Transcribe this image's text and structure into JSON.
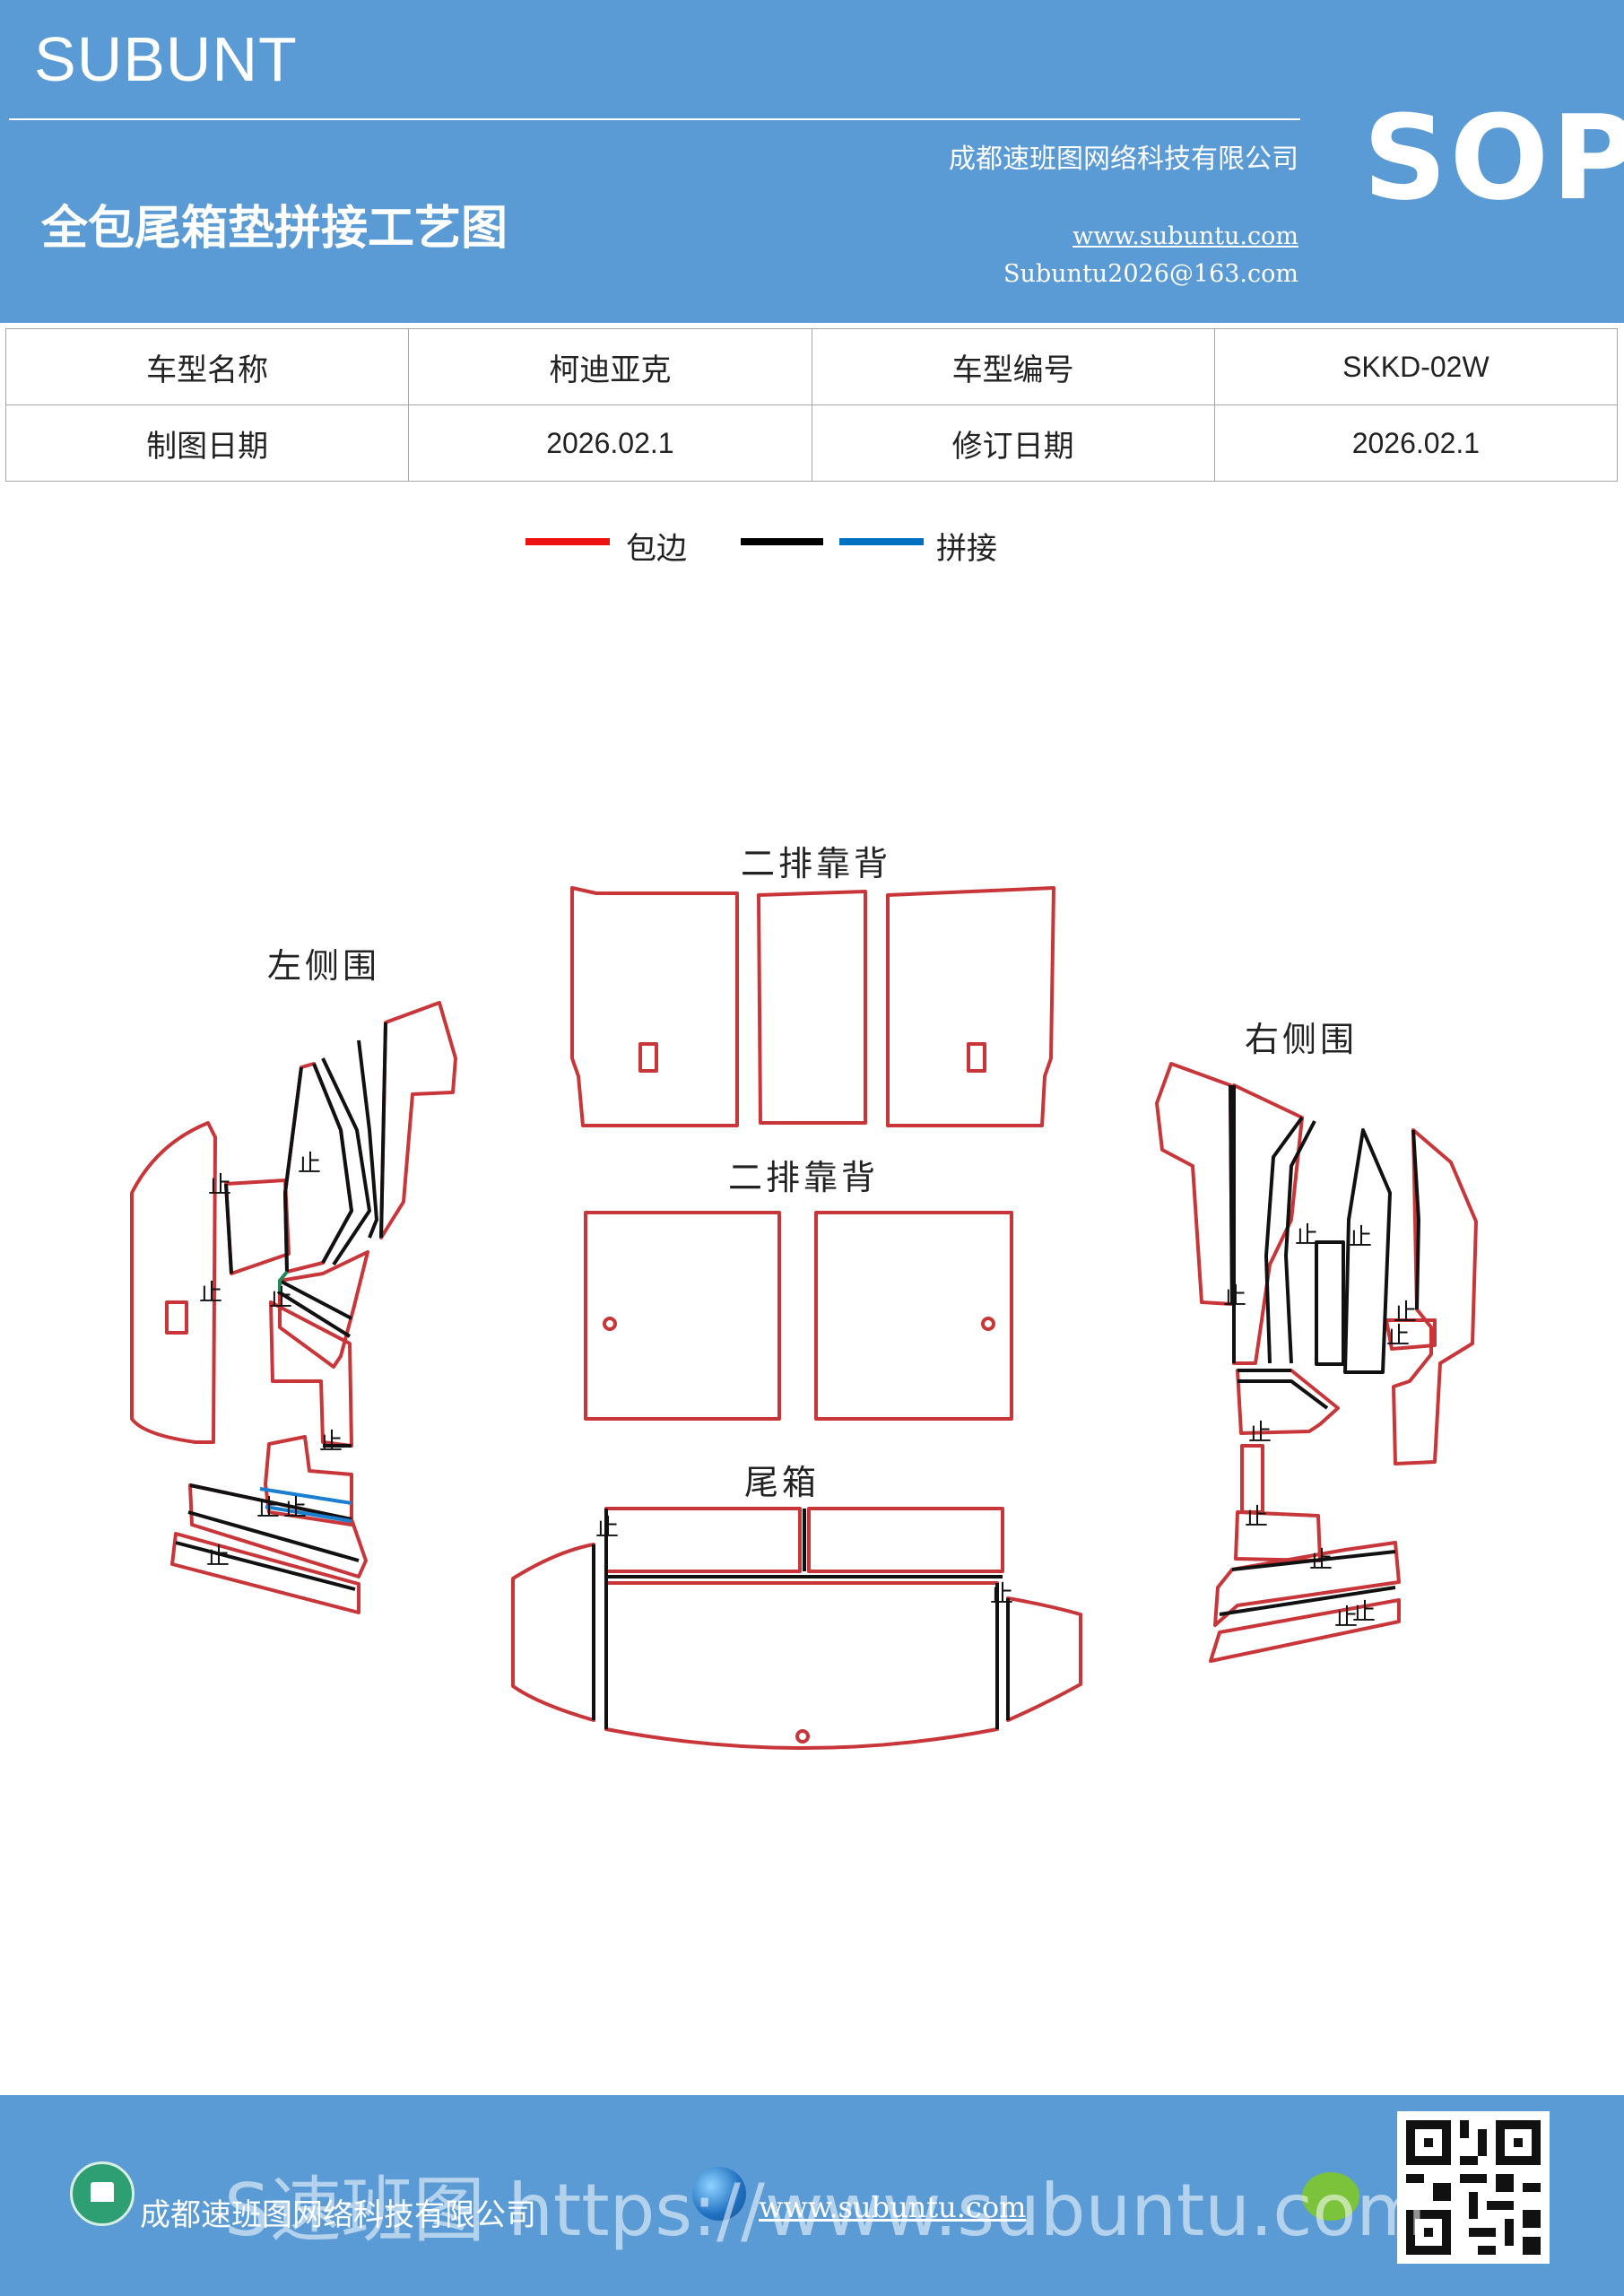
{
  "header": {
    "brand": "SUBUNT",
    "doc_title": "全包尾箱垫拼接工艺图",
    "company": "成都速班图网络科技有限公司",
    "website": "www.subuntu.com",
    "email": "Subuntu2026@163.com",
    "badge": "SOP"
  },
  "info_table": {
    "rows": [
      {
        "label1": "车型名称",
        "value1": "柯迪亚克",
        "label2": "车型编号",
        "value2": "SKKD-02W"
      },
      {
        "label1": "制图日期",
        "value1": "2026.02.1",
        "label2": "修订日期",
        "value2": "2026.02.1"
      }
    ]
  },
  "legend": {
    "edging_label": "包边",
    "splice_label": "拼接",
    "colors": {
      "edging": "#ee1111",
      "black": "#000000",
      "splice": "#0070c0"
    }
  },
  "diagram": {
    "labels": {
      "second_row_back_top": "二排靠背",
      "second_row_back_mid": "二排靠背",
      "left_side": "左侧围",
      "right_side": "右侧围",
      "trunk": "尾箱"
    },
    "stop_mark": "止",
    "colors": {
      "outline": "#c8363a",
      "seam": "#111111",
      "splice": "#1a7fd0"
    }
  },
  "footer": {
    "company": "成都速班图网络科技有限公司",
    "website": "www.subuntu.com",
    "watermark": "S速班图  https://www.subuntu.com"
  }
}
